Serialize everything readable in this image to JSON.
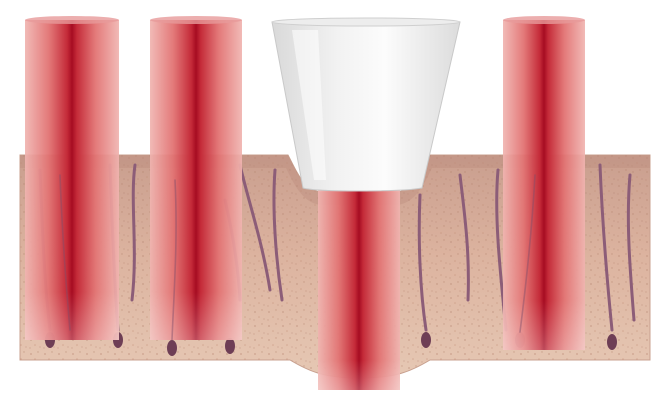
{
  "colors": {
    "background": "#ffffff",
    "skin_top": "#c99e8e",
    "skin_bottom": "#e2c3ae",
    "skin_speckle": "#b68672",
    "hair_follicle": "#8c5d78",
    "follicle_bulb": "#6e3e55",
    "beam_edge": "#e9a0a0",
    "beam_core": "#b01028",
    "applicator_top": "#e6e6e6",
    "applicator_bottom": "#fbfbfb"
  },
  "elements": {
    "skin": "skin-tissue",
    "follicles": "hair-follicle",
    "beams": "laser-beam",
    "applicator": "cooling-applicator"
  }
}
